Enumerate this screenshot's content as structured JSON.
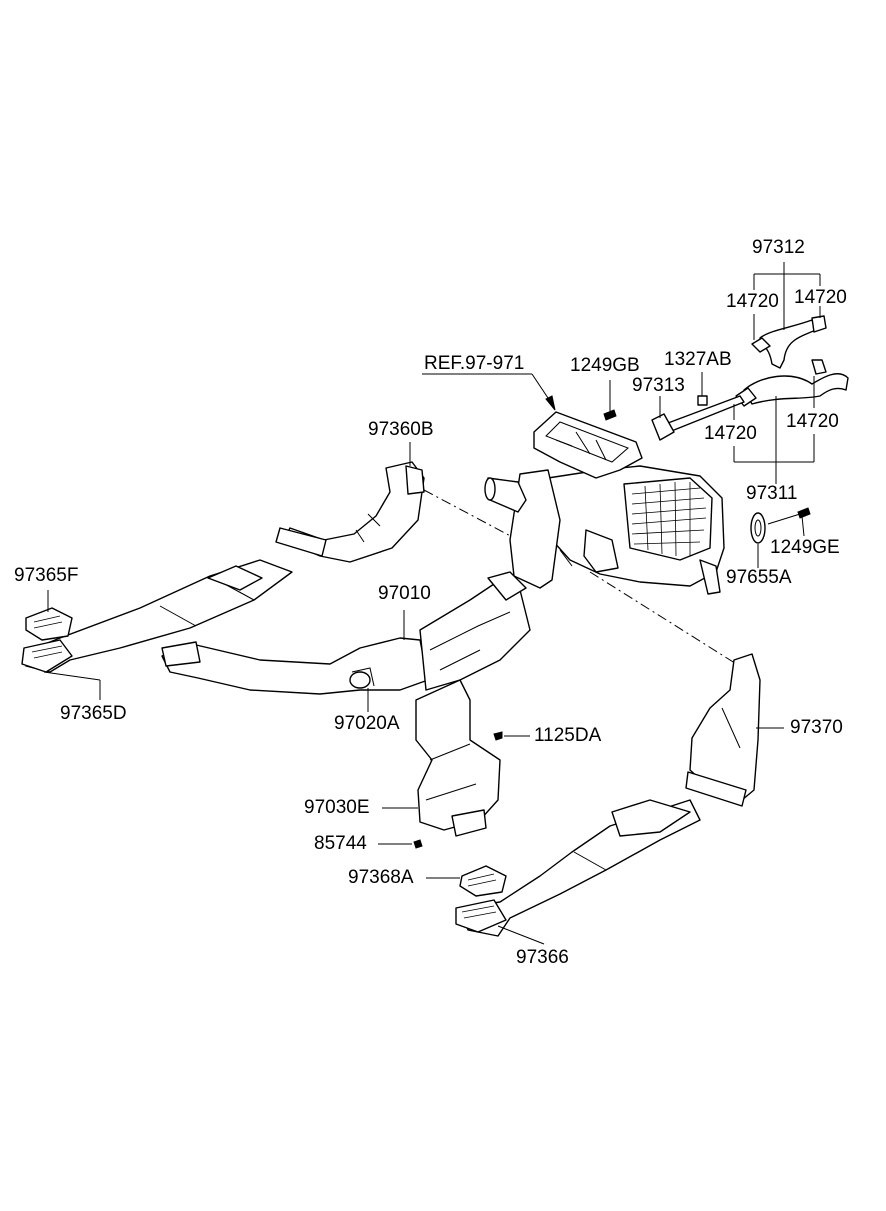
{
  "labels": {
    "p97312": "97312",
    "p14720_a": "14720",
    "p14720_b": "14720",
    "p1327AB": "1327AB",
    "p1249GB": "1249GB",
    "pREF": "REF.97-971",
    "p97313": "97313",
    "p14720_c": "14720",
    "p14720_d": "14720",
    "p97360B": "97360B",
    "p97311": "97311",
    "p1249GE": "1249GE",
    "p97365F": "97365F",
    "p97655A": "97655A",
    "p97010": "97010",
    "p97365D": "97365D",
    "p97020A": "97020A",
    "p97370": "97370",
    "p1125DA": "1125DA",
    "p97030E": "97030E",
    "p85744": "85744",
    "p97368A": "97368A",
    "p97366": "97366"
  },
  "colors": {
    "line": "#000000",
    "background": "#ffffff"
  }
}
